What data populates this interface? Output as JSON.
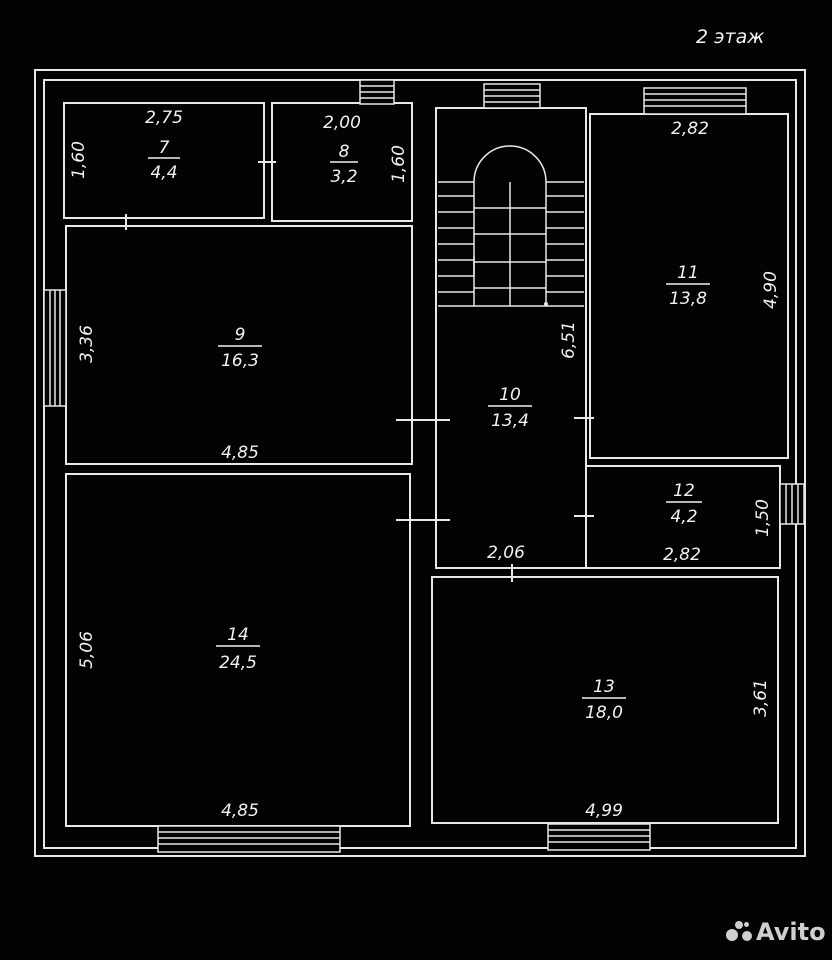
{
  "floor_label": "2 этаж",
  "watermark": "Avito",
  "rooms": [
    {
      "id": "7",
      "number": "7",
      "area": "4,4",
      "dims": [
        "2,75",
        "1,60"
      ]
    },
    {
      "id": "8",
      "number": "8",
      "area": "3,2",
      "dims": [
        "2,00",
        "1,60"
      ]
    },
    {
      "id": "9",
      "number": "9",
      "area": "16,3",
      "dims": [
        "4,85",
        "3,36"
      ]
    },
    {
      "id": "10",
      "number": "10",
      "area": "13,4",
      "dims": [
        "2,06",
        "6,51"
      ]
    },
    {
      "id": "11",
      "number": "11",
      "area": "13,8",
      "dims": [
        "2,82",
        "4,90"
      ]
    },
    {
      "id": "12",
      "number": "12",
      "area": "4,2",
      "dims": [
        "2,82",
        "1,50"
      ]
    },
    {
      "id": "13",
      "number": "13",
      "area": "18,0",
      "dims": [
        "4,99",
        "3,61"
      ]
    },
    {
      "id": "14",
      "number": "14",
      "area": "24,5",
      "dims": [
        "4,85",
        "5,06"
      ]
    }
  ]
}
